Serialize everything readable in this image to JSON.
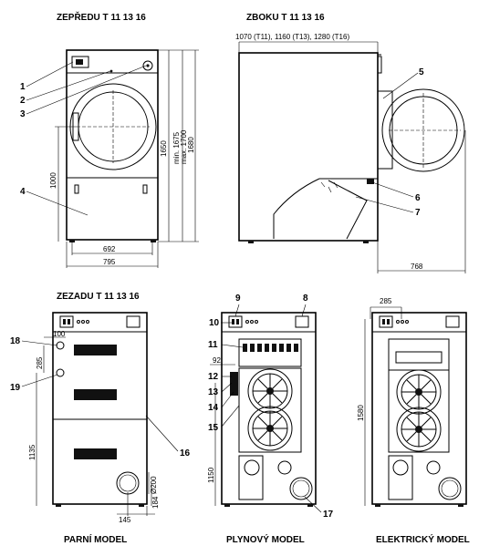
{
  "titles": {
    "front": "ZEPŘEDU T 11 13 16",
    "side": "ZBOKU T 11 13 16",
    "back": "ZEZADU T 11 13 16"
  },
  "captions": {
    "steam": "PARNÍ MODEL",
    "gas": "PLYNOVÝ MODEL",
    "electric": "ELEKTRICKÝ MODEL"
  },
  "dimensions": {
    "side_top": "1070 (T11), 1160 (T13), 1280 (T16)",
    "front_1000": "1000",
    "front_1650": "1650",
    "front_min": "min. 1675",
    "front_max": "max. 1700",
    "front_1680": "1680",
    "front_692": "692",
    "front_795": "795",
    "side_768": "768",
    "back_100": "100",
    "back_285": "285",
    "back_1135": "1135",
    "back_o200": "Ø200",
    "back_184": "184",
    "back_145": "145",
    "gas_92": "92",
    "gas_1150": "1150",
    "el_285": "285",
    "el_1580": "1580"
  },
  "callouts": [
    "1",
    "2",
    "3",
    "4",
    "5",
    "6",
    "7",
    "8",
    "9",
    "10",
    "11",
    "12",
    "13",
    "14",
    "15",
    "16",
    "17",
    "18",
    "19"
  ]
}
